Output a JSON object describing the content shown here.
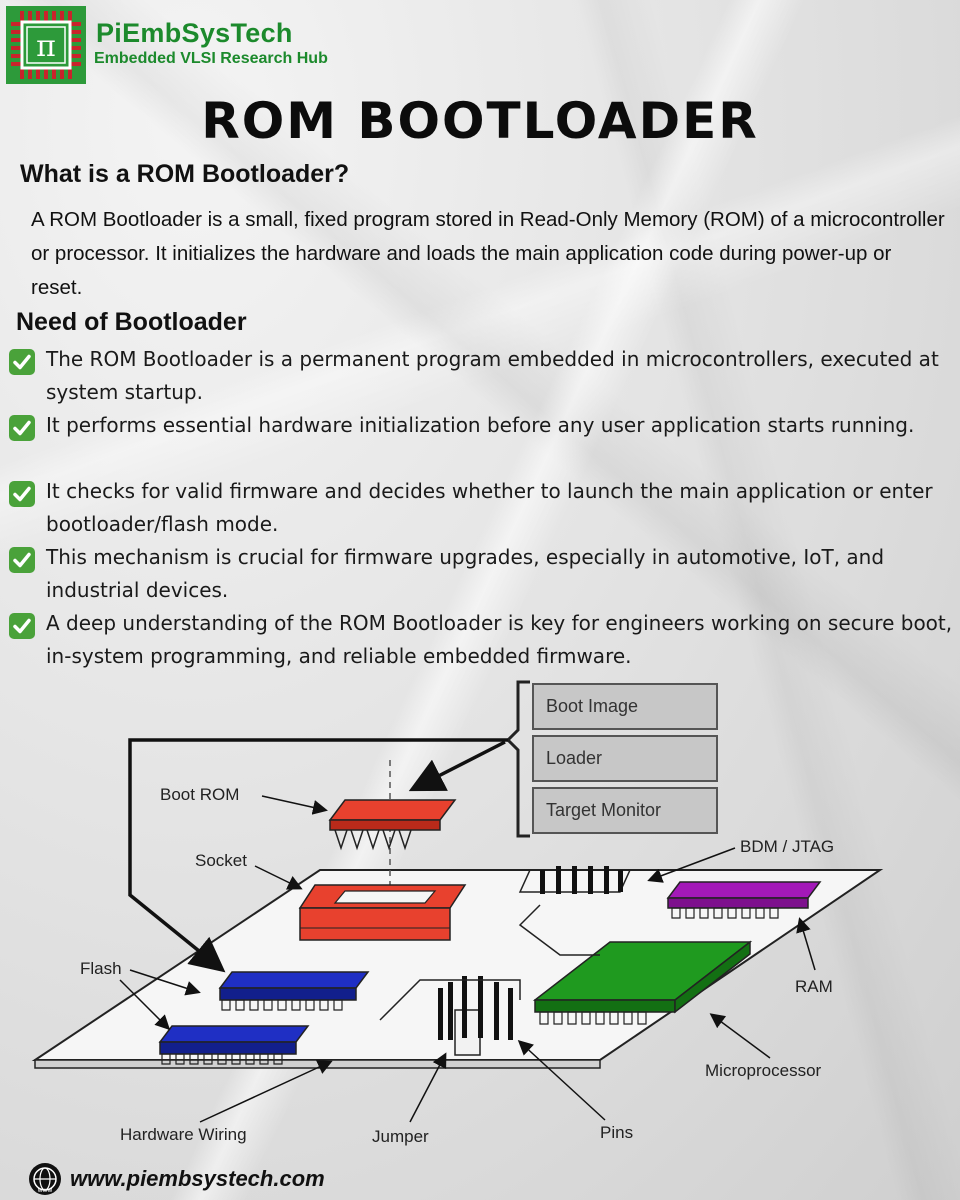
{
  "header": {
    "brand_name": "PiEmbSysTech",
    "brand_tagline": "Embedded VLSI Research Hub",
    "logo_symbol": "π"
  },
  "title": "ROM BOOTLOADER",
  "definition": {
    "heading": "What is a ROM Bootloader?",
    "text": "A ROM Bootloader is a small, fixed program stored in Read-Only Memory (ROM) of a microcontroller or processor. It initializes the hardware and loads the main application code during power-up or reset."
  },
  "need": {
    "heading": "Need of Bootloader",
    "items": [
      {
        "icon": "check-mark-icon",
        "text": "The ROM Bootloader is a permanent program embedded in microcontrollers, executed at system startup."
      },
      {
        "icon": "check-mark-icon",
        "text": "It performs essential hardware initialization before any user application starts running."
      },
      {
        "icon": "check-mark-icon",
        "text": "It checks for valid firmware and decides whether to launch the main application or enter bootloader/flash mode."
      },
      {
        "icon": "check-mark-icon",
        "text": "This mechanism is crucial for firmware upgrades, especially in automotive, IoT, and industrial devices."
      },
      {
        "icon": "check-mark-icon",
        "text": "A deep understanding of the ROM Bootloader is key for engineers working on secure boot, in-system programming, and reliable embedded firmware."
      }
    ]
  },
  "diagram": {
    "rom_contents": [
      "Boot Image",
      "Loader",
      "Target Monitor"
    ],
    "labels": {
      "boot_rom": "Boot ROM",
      "socket": "Socket",
      "bdm_jtag": "BDM / JTAG",
      "flash": "Flash",
      "ram": "RAM",
      "microprocessor": "Microprocessor",
      "hardware_wiring": "Hardware Wiring",
      "jumper": "Jumper",
      "pins": "Pins"
    },
    "colors": {
      "boot_rom": "#e8412e",
      "socket": "#e8412e",
      "flash": "#1f2fc4",
      "ram": "#a319b8",
      "microprocessor": "#1f9a1f"
    }
  },
  "footer": {
    "url": "www.piembsystech.com",
    "icon_text": "www"
  },
  "colors": {
    "brand_green": "#1c8a2c",
    "check_green": "#4aa23a"
  }
}
